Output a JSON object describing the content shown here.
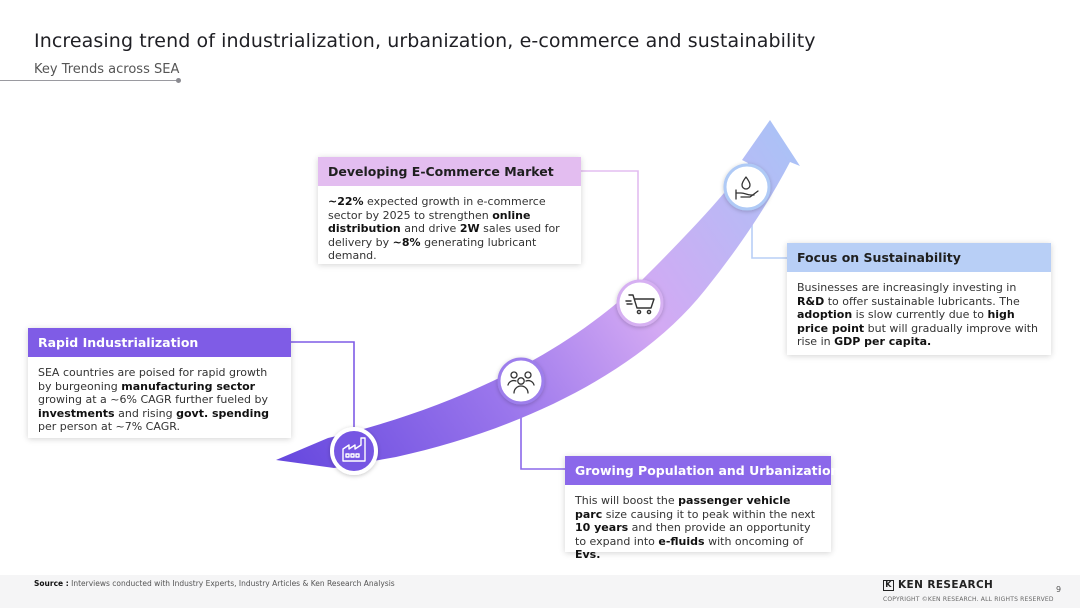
{
  "header": {
    "title": "Increasing trend of industrialization, urbanization, e-commerce and sustainability",
    "subtitle": "Key Trends across SEA"
  },
  "cards": {
    "ecommerce": {
      "title": "Developing E-Commerce Market",
      "s1": "~22%",
      "s2": " expected growth in e-commerce sector by 2025 to strengthen ",
      "s3": "online distribution",
      "s4": " and drive ",
      "s5": "2W",
      "s6": " sales used for delivery by ",
      "s7": "~8%",
      "s8": " generating lubricant demand."
    },
    "sustainability": {
      "title": "Focus on Sustainability",
      "s1": "Businesses are increasingly investing in ",
      "s2": "R&D",
      "s3": " to offer sustainable lubricants. The ",
      "s4": "adoption",
      "s5": " is slow currently due to ",
      "s6": "high price point",
      "s7": " but will gradually improve with rise in ",
      "s8": "GDP per capita."
    },
    "industrialization": {
      "title": "Rapid Industrialization",
      "s1": "SEA countries are poised for rapid growth by burgeoning ",
      "s2": "manufacturing sector",
      "s3": " growing at a ~6% CAGR further fueled by ",
      "s4": "investments",
      "s5": " and rising ",
      "s6": "govt. spending",
      "s7": " per person at ~7% CAGR."
    },
    "population": {
      "title": "Growing Population and Urbanization",
      "s1": "This will boost the ",
      "s2": "passenger vehicle parc",
      "s3": " size causing it to peak within the next ",
      "s4": "10 years",
      "s5": " and then provide an opportunity to expand into ",
      "s6": "e-fluids",
      "s7": " with oncoming of ",
      "s8": "Evs."
    }
  },
  "icons": [
    "factory-icon",
    "people-icon",
    "shopping-cart-icon",
    "water-hand-icon"
  ],
  "colors": {
    "arrow_start": "#6a4fe0",
    "arrow_mid": "#c9a6f2",
    "arrow_end": "#a8c6f7",
    "industrialization": "#7f5ce6",
    "ecommerce": "#e3bdf0",
    "sustainability": "#b8cff6"
  },
  "footer": {
    "source_label": "Source :",
    "source_text": " Interviews conducted with Industry Experts, Industry Articles & Ken Research Analysis",
    "logo_mark": "K",
    "logo_text": "KEN RESEARCH",
    "copyright": "COPYRIGHT ©KEN RESEARCH. ALL RIGHTS RESERVED",
    "page_number": "9"
  }
}
